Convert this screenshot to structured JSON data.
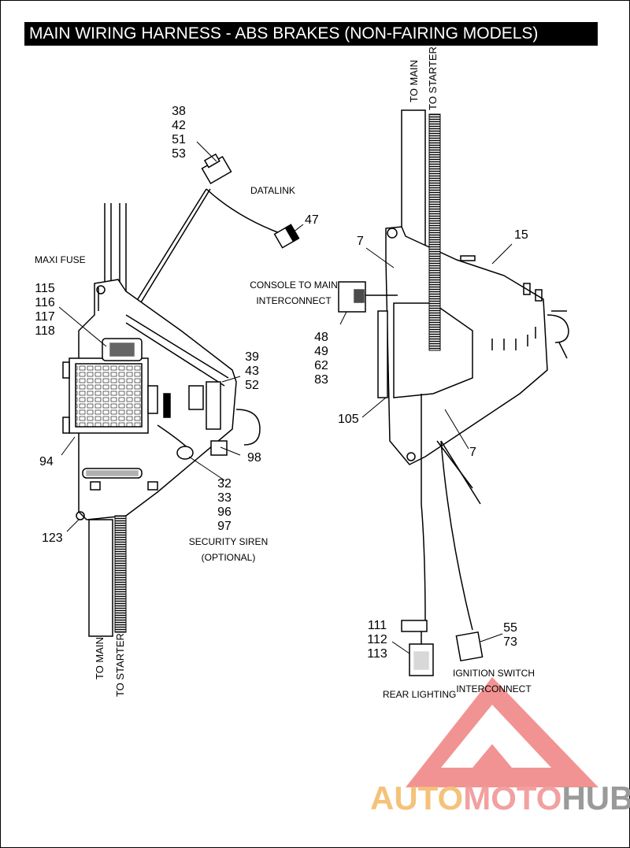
{
  "title": "MAIN WIRING HARNESS - ABS BRAKES (NON-FAIRING MODELS)",
  "left": {
    "callout_38": "38\n42\n51\n53",
    "datalink": "DATALINK",
    "callout_47": "47",
    "maxi_fuse": "MAXI FUSE",
    "callout_115": "115\n116\n117\n118",
    "callout_39": "39\n43\n52",
    "callout_94": "94",
    "callout_98": "98",
    "callout_32": "32\n33\n96\n97",
    "callout_123": "123",
    "security_siren": "SECURITY SIREN\n(OPTIONAL)",
    "to_main": "TO MAIN",
    "to_starter": "TO STARTER"
  },
  "right": {
    "to_main": "TO MAIN",
    "to_starter": "TO STARTER",
    "callout_7_top": "7",
    "callout_15": "15",
    "console": "CONSOLE TO MAIN\nINTERCONNECT",
    "callout_48": "48\n49\n62\n83",
    "callout_105": "105",
    "callout_7_bottom": "7",
    "callout_111": "111\n112\n113",
    "callout_55": "55\n73",
    "rear_lighting": "REAR LIGHTING",
    "ignition": "IGNITION SWITCH\nINTERCONNECT"
  },
  "logo": {
    "auto": "AUTO",
    "moto": "MOTO",
    "hub": "HUB"
  },
  "colors": {
    "logo_triangle": "#f08080",
    "logo_auto": "#f5c27a",
    "logo_hub": "#9a9a9a"
  }
}
